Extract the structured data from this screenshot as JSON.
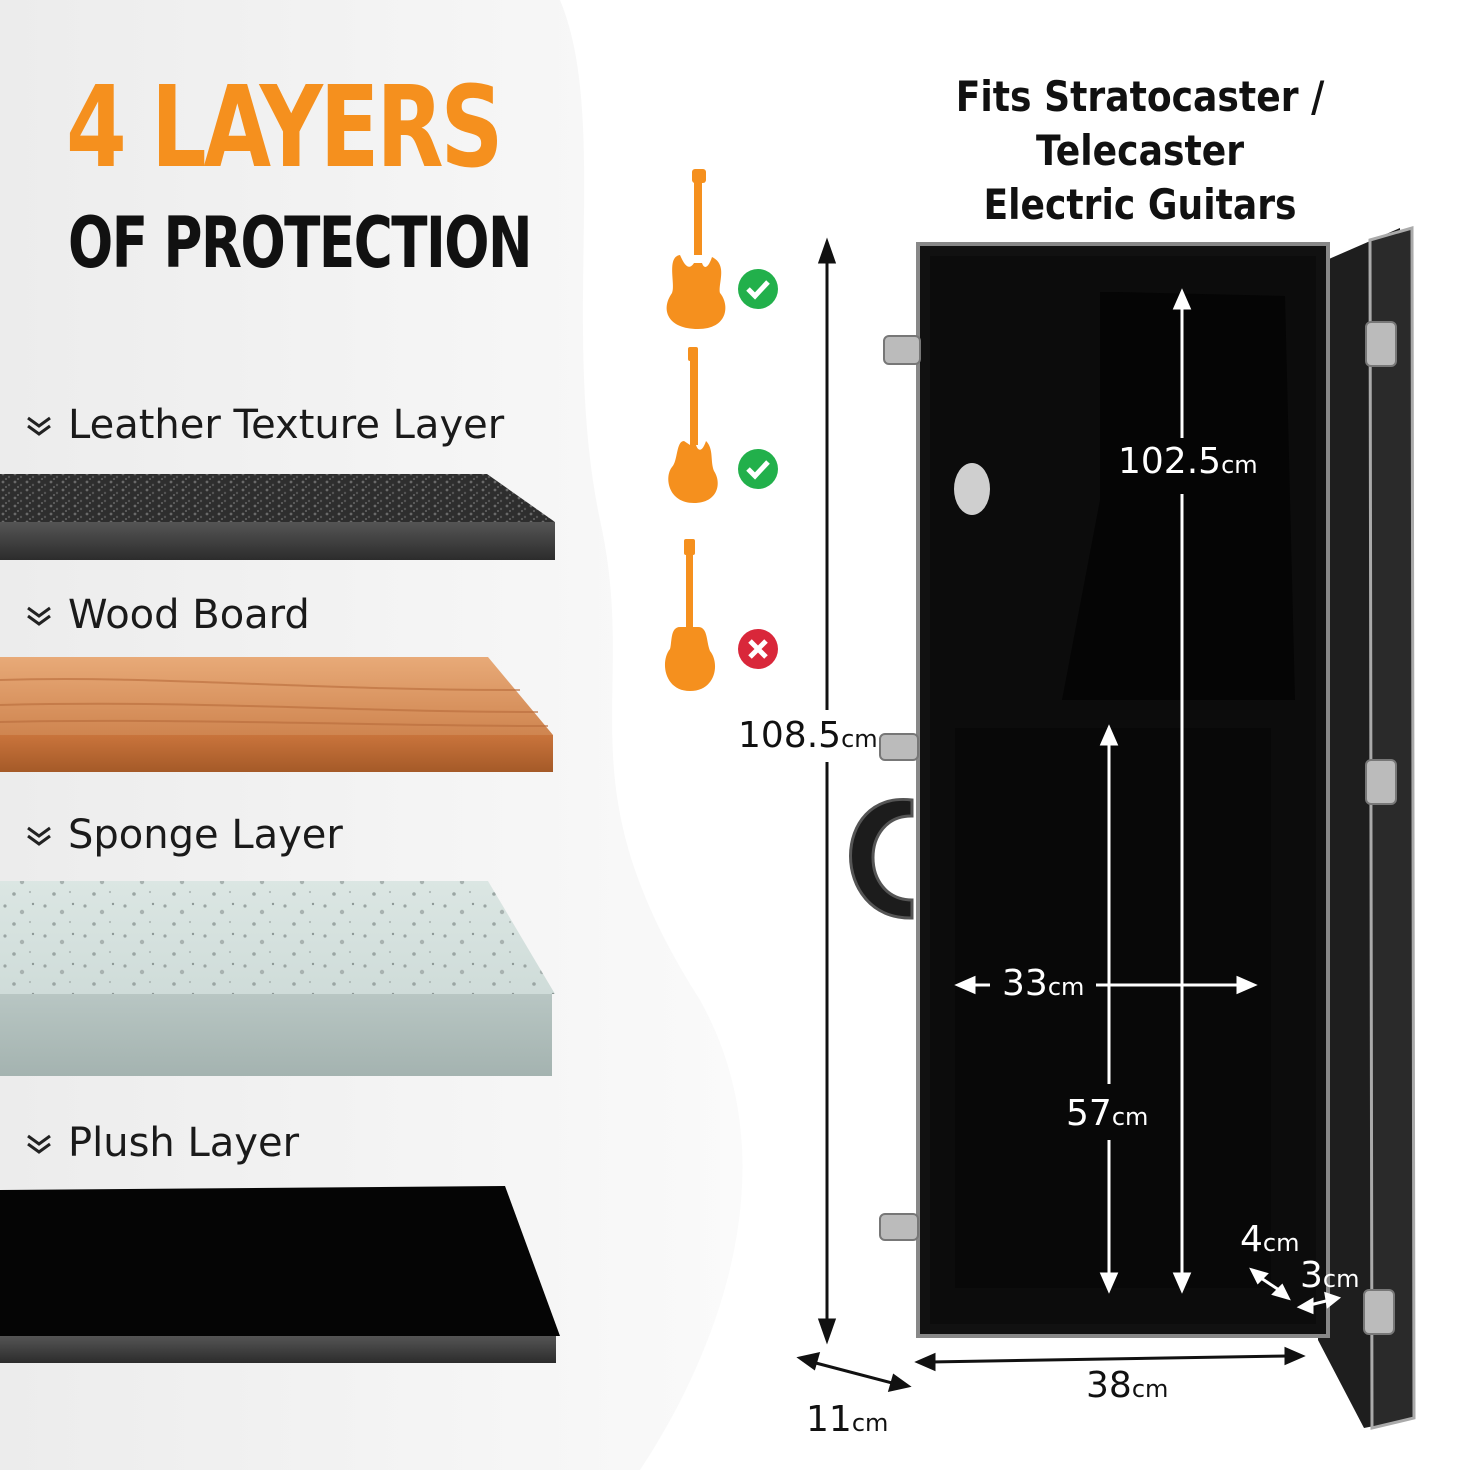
{
  "headline": {
    "number_line": "4 LAYERS",
    "sub_line": "OF PROTECTION"
  },
  "fit_note": {
    "line1": "Fits Stratocaster / Telecaster",
    "line2": "Electric Guitars"
  },
  "layers": [
    {
      "label": "Leather Texture Layer"
    },
    {
      "label": "Wood Board"
    },
    {
      "label": "Sponge Layer"
    },
    {
      "label": "Plush Layer"
    }
  ],
  "compatibility": [
    {
      "guitar": "stratocaster-icon",
      "status": "fits"
    },
    {
      "guitar": "telecaster-icon",
      "status": "fits"
    },
    {
      "guitar": "acoustic-style-icon",
      "status": "does-not-fit"
    }
  ],
  "dimensions": {
    "total_length": {
      "value": "108.5",
      "unit": "cm"
    },
    "interior_length": {
      "value": "102.5",
      "unit": "cm"
    },
    "body_width": {
      "value": "33",
      "unit": "cm"
    },
    "body_length": {
      "value": "57",
      "unit": "cm"
    },
    "depth": {
      "value": "11",
      "unit": "cm"
    },
    "case_width": {
      "value": "38",
      "unit": "cm"
    },
    "edge_a": {
      "value": "4",
      "unit": "cm"
    },
    "edge_b": {
      "value": "3",
      "unit": "cm"
    }
  },
  "colors": {
    "accent": "#f5901e",
    "check": "#22b04b",
    "cross": "#d9273a",
    "text": "#111111"
  }
}
